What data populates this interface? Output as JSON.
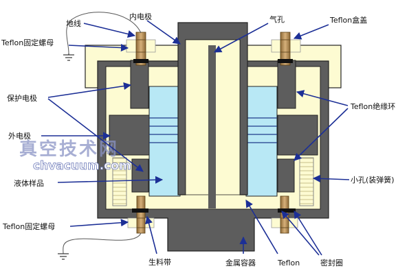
{
  "labels": {
    "ground_wire": "地线",
    "inner_electrode": "内电极",
    "gas_hole": "气孔",
    "teflon_lid": "Teflon盒盖",
    "teflon_nut_top": "Teflon固定螺母",
    "guard_electrode": "保护电极",
    "teflon_ring": "Teflon绝缘环",
    "outer_electrode": "外电极",
    "small_hole": "小孔(装弹簧)",
    "liquid_sample": "液体样品",
    "teflon_nut_bottom": "Teflon固定螺母",
    "raw_tape": "生料带",
    "metal_container": "金属容器",
    "teflon": "Teflon",
    "seal_ring": "密封圈"
  },
  "watermark": {
    "chinese": "真空技术网",
    "url": "chvacuum.com"
  },
  "colors": {
    "teflon": "#fdfbd2",
    "metal": "#5d5d5d",
    "liquid": "#b8e8f5",
    "arrow": "#1c2f96",
    "brass": "#b08a4e"
  }
}
